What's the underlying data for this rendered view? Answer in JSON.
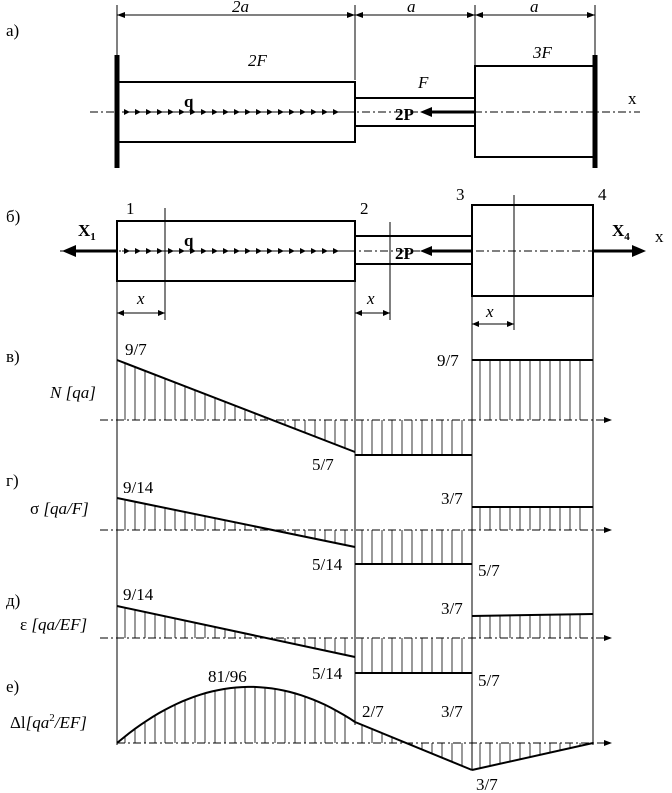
{
  "parts": {
    "a": "а)",
    "b": "б)",
    "v": "в)",
    "g": "г)",
    "d": "д)",
    "e": "е)"
  },
  "dims": {
    "seg1": "2a",
    "seg2": "a",
    "seg3": "a"
  },
  "areas": {
    "left": "2F",
    "middle": "F",
    "right": "3F"
  },
  "loads": {
    "distributed": "q",
    "force": "2P",
    "axis": "x"
  },
  "reactions": {
    "left": "X",
    "left_sub": "1",
    "right": "X",
    "right_sub": "4"
  },
  "points": [
    "1",
    "2",
    "3",
    "4"
  ],
  "coord": "x",
  "diagrams": {
    "N": {
      "label": "N [qa]",
      "label_main": "N",
      "label_unit": "[qa]",
      "values": {
        "start": "9/7",
        "mid_end": "5/7",
        "right": "9/7"
      }
    },
    "sigma": {
      "label_main": "σ",
      "label_unit": "[qa/F]",
      "values": {
        "start": "9/14",
        "mid_end": "5/14",
        "right_top": "3/7",
        "right_bottom": "5/7"
      }
    },
    "eps": {
      "label_main": "ε",
      "label_unit": "[qa/EF]",
      "values": {
        "start": "9/14",
        "mid_end": "5/14",
        "right_top": "3/7",
        "right_bottom": "5/7"
      }
    },
    "dl": {
      "label_main": "Δl",
      "label_unit": "[qa",
      "label_sup": "2",
      "label_tail": "/EF]",
      "values": {
        "peak": "81/96",
        "p2": "2/7",
        "p3": "3/7",
        "p3_bottom": "3/7"
      }
    }
  }
}
